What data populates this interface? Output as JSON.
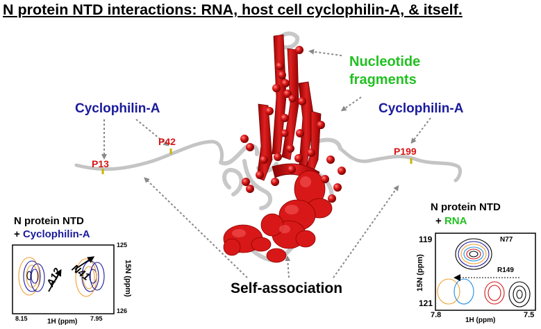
{
  "title": "N protein NTD interactions: RNA, host cell cyclophilin-A, & itself.",
  "colors": {
    "title": "#000000",
    "cyclophilin_label": "#1a1a9c",
    "residue_label": "#d61414",
    "nucleotide_label": "#22c022",
    "protein_red": "#d01818",
    "coil_grey": "#c4c4c4"
  },
  "labels": {
    "cyclophilin_left": "Cyclophilin-A",
    "cyclophilin_right": "Cyclophilin-A",
    "nucleotide": "Nucleotide fragments",
    "nucleotide_line1": "Nucleotide",
    "nucleotide_line2": "fragments",
    "self_association": "Self-association",
    "p13": "P13",
    "p42": "P42",
    "p199": "P199"
  },
  "left_panel": {
    "heading_line1": "N protein NTD",
    "heading_line2_prefix": "+ ",
    "heading_line2_partner": "Cyclophilin-A",
    "peak_a": "A12",
    "peak_b": "N41",
    "y_axis_label": "15N (ppm)",
    "y_ticks": [
      "125",
      "126"
    ],
    "x_ticks": [
      "8.15",
      "7.95"
    ],
    "x_axis_label": "1H (ppm)"
  },
  "right_panel": {
    "heading_line1": "N protein NTD",
    "heading_line2_prefix": "+ ",
    "heading_line2_partner": "RNA",
    "peak_a": "N77",
    "peak_b": "R149",
    "y_axis_label": "15N (ppm)",
    "y_ticks": [
      "119",
      "121"
    ],
    "x_ticks": [
      "7.8",
      "7.5"
    ],
    "x_axis_label": "1H (ppm)"
  }
}
